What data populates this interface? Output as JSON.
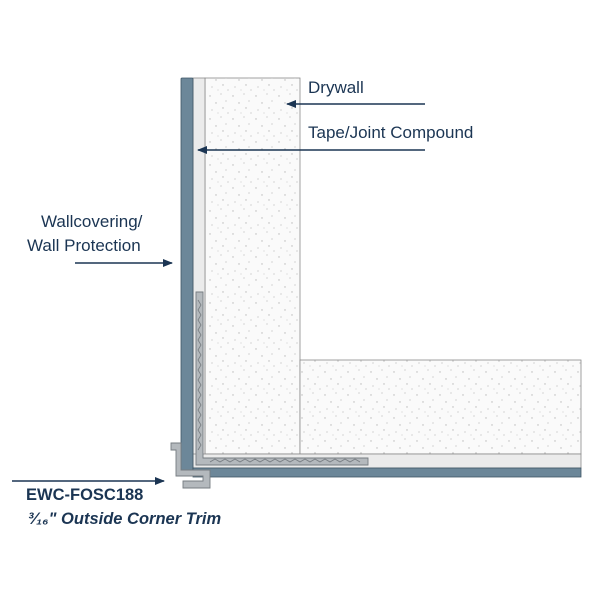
{
  "labels": {
    "drywall": "Drywall",
    "tape": "Tape/Joint Compound",
    "wallcovering_line1": "Wallcovering/",
    "wallcovering_line2": "Wall Protection",
    "model": "EWC-FOSC188",
    "description": "³⁄₁₆\" Outside Corner Trim"
  },
  "colors": {
    "label_text": "#1b3553",
    "leader_line": "#1b3553",
    "wallcovering": "#6c8799",
    "trim": "#b4b9bd",
    "joint_compound": "#ebebeb",
    "drywall_fill": "#fafafa",
    "drywall_dots": "#b8b8b8"
  }
}
